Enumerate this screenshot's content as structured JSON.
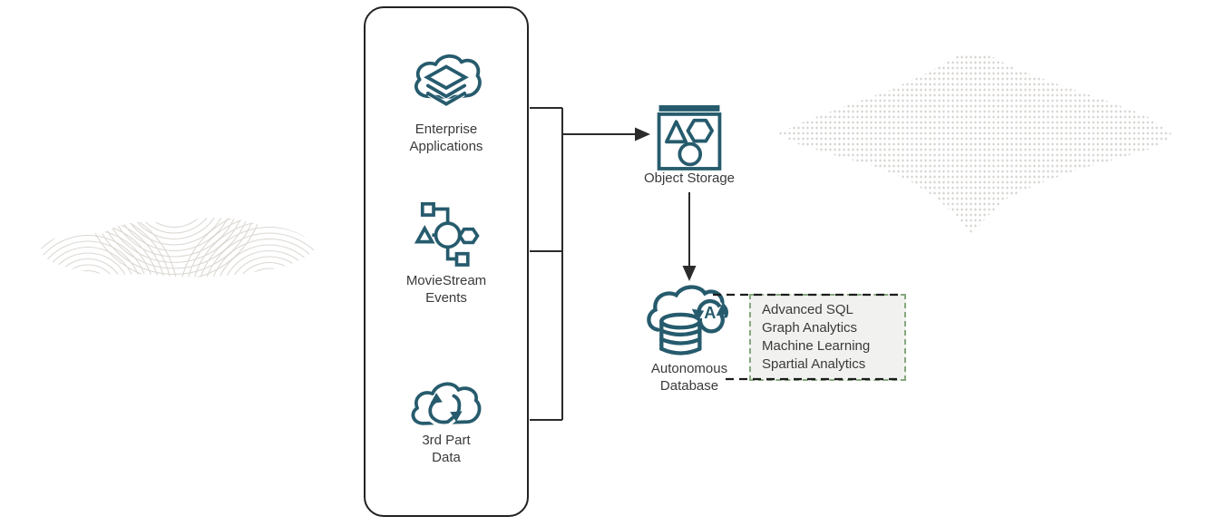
{
  "diagram": {
    "sources": {
      "items": [
        {
          "label": "Enterprise\nApplications"
        },
        {
          "label": "MovieStream\nEvents"
        },
        {
          "label": "3rd Part\nData"
        }
      ]
    },
    "object_storage": {
      "label": "Object Storage"
    },
    "autonomous_database": {
      "label": "Autonomous\nDatabase",
      "badge_letter": "A"
    },
    "capabilities": {
      "items": [
        "Advanced SQL",
        "Graph Analytics",
        "Machine Learning",
        "Spartial Analytics"
      ]
    },
    "colors": {
      "icon_teal": "#265b6d",
      "line_dark": "#2b2b2b",
      "text_dark": "#3a3a3a",
      "capabilities_background": "#f1f1ef",
      "capabilities_border_green": "#85a87e",
      "texture_gray": "#d9d6d1"
    }
  }
}
